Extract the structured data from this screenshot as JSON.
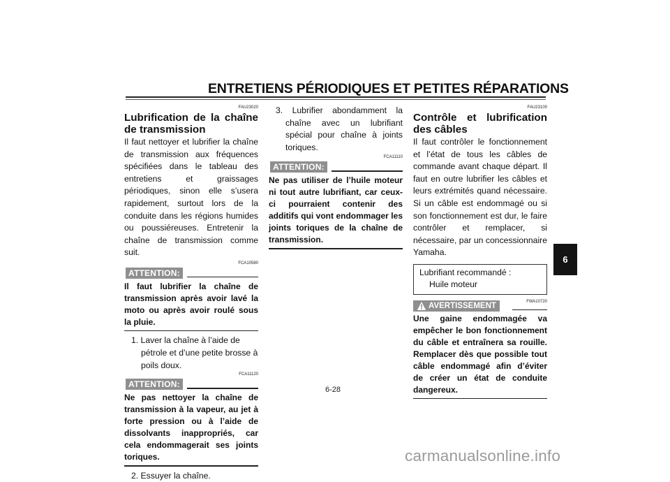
{
  "header": {
    "title": "ENTRETIENS PÉRIODIQUES ET PETITES RÉPARATIONS"
  },
  "tab": {
    "label": "6"
  },
  "page_number": "6-28",
  "watermark": "carmanualsonline.info",
  "col1": {
    "code": "FAU23020",
    "title": "Lubrification de la chaîne de transmission",
    "intro": "Il faut nettoyer et lubrifier la chaîne de transmission aux fréquences spéci­fiées dans le tableau des entretiens et graissages périodiques, sinon elle s’usera rapidement, surtout lors de la conduite dans les régions humides ou poussiéreuses. Entretenir la chaîne de transmission comme suit.",
    "caution1": {
      "code": "FCA10580",
      "label": "ATTENTION:",
      "text": "Il faut lubrifier la chaîne de transmis­sion après avoir lavé la moto ou après avoir roulé sous la pluie."
    },
    "step1": "1. Laver la chaîne à l’aide de pétrole et d’une petite brosse à poils doux.",
    "caution2": {
      "code": "FCA11120",
      "label": "ATTENTION:",
      "text": "Ne pas nettoyer la chaîne de trans­mission à la vapeur, au jet à forte pression ou à l’aide de dissolvants inappropriés, car cela endommage­rait ses joints toriques."
    },
    "step2": "2. Essuyer la chaîne."
  },
  "col2": {
    "step3": "3. Lubrifier abondamment la chaîne avec un lubrifiant spécial pour chaîne à joints toriques.",
    "caution": {
      "code": "FCA11110",
      "label": "ATTENTION:",
      "text": "Ne pas utiliser de l’huile moteur ni tout autre lubrifiant, car ceux-ci pourraient contenir des additifs qui vont endommager les joints tori­ques de la chaîne de transmission."
    }
  },
  "col3": {
    "code": "FAU23100",
    "title": "Contrôle et lubrification des câbles",
    "intro": "Il faut contrôler le fonctionnement et l’état de tous les câbles de commande avant chaque départ. Il faut en outre lu­brifier les câbles et leurs extrémités quand nécessaire. Si un câble est en­dommagé ou si son fonctionnement est dur, le faire contrôler et remplacer, si nécessaire, par un concessionnaire Yamaha.",
    "box": {
      "label": "Lubrifiant recommandé :",
      "value": "Huile moteur"
    },
    "warning": {
      "code": "FWA10720",
      "label": "AVERTISSEMENT",
      "text": "Une gaine endommagée va empê­cher le bon fonctionnement du câble et entraînera sa rouille. Remplacer dès que possible tout câble endom­magé afin d’éviter de créer un état de conduite dangereux."
    }
  }
}
